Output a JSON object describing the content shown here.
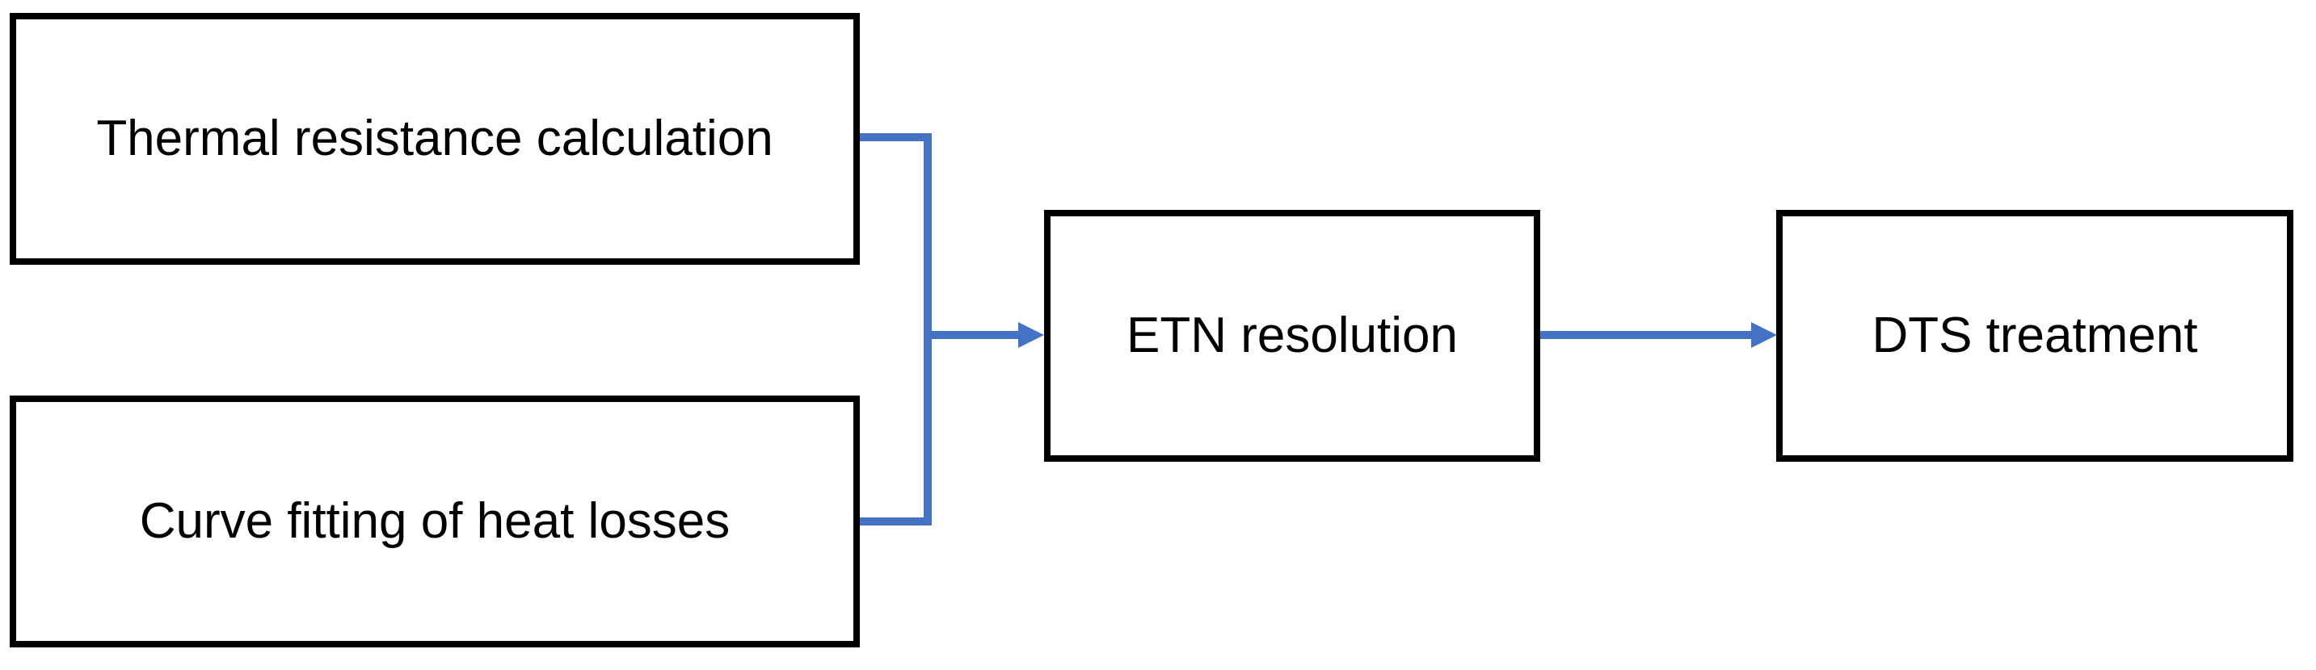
{
  "diagram": {
    "type": "flowchart",
    "nodes": [
      {
        "id": "thermal-resistance",
        "label": "Thermal resistance calculation"
      },
      {
        "id": "curve-fitting",
        "label": "Curve fitting of heat losses"
      },
      {
        "id": "etn-resolution",
        "label": "ETN resolution"
      },
      {
        "id": "dts-treatment",
        "label": "DTS treatment"
      }
    ],
    "edges": [
      {
        "from": "thermal-resistance",
        "to": "etn-resolution",
        "style": "merged-elbow-arrow"
      },
      {
        "from": "curve-fitting",
        "to": "etn-resolution",
        "style": "merged-elbow-arrow"
      },
      {
        "from": "etn-resolution",
        "to": "dts-treatment",
        "style": "straight-arrow"
      }
    ]
  },
  "colors": {
    "connector": "#4472C4",
    "box_border": "#000000",
    "box_fill": "#FFFFFF",
    "text": "#000000",
    "background": "#FFFFFF"
  }
}
